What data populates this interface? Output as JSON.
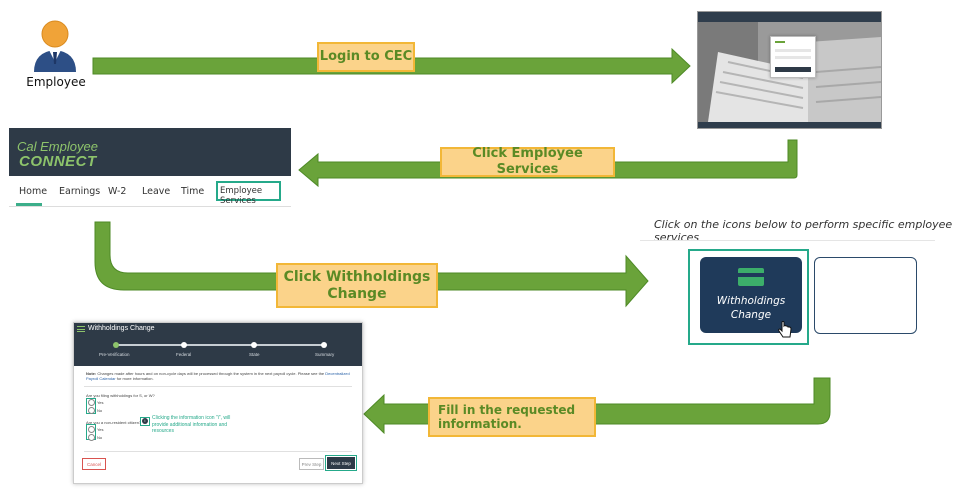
{
  "employee": {
    "caption": "Employee",
    "icon": "employee-avatar-icon"
  },
  "steps": [
    {
      "label": "Login to CEC"
    },
    {
      "label": "Click Employee Services"
    },
    {
      "label": "Click Withholdings Change"
    },
    {
      "label": "Fill in the requested information."
    }
  ],
  "cec": {
    "logo_line1": "Cal Employee",
    "logo_line2": "CONNECT",
    "nav": [
      "Home",
      "Earnings",
      "W-2",
      "Leave",
      "Time",
      "Employee Services"
    ]
  },
  "services": {
    "caption": "Click on the icons below to perform specific employee services",
    "tile_label": "Withholdings Change",
    "tile_icon": "card-icon",
    "cursor_icon": "hand-cursor-icon"
  },
  "form": {
    "title": "Withholdings Change",
    "wizard_steps": [
      "Pre-Verification",
      "Federal",
      "State",
      "Summary"
    ],
    "note_label": "Note:",
    "note_text": "Changes made after hours and on non-cycle days will be processed through the system in the next payroll cycle. Please see the",
    "note_link": "Decentralized Payroll Calendar",
    "note_tail": "for more information.",
    "question1": "Are you filing withholdings for S, or W?",
    "question2": "Are you a non-resident citizen?",
    "option_yes": "Yes",
    "option_no": "No",
    "info_note": "Clicking the information icon \"i\", will provide additional information and resources",
    "cancel": "Cancel",
    "prev": "Prev Step",
    "next": "Next Step"
  },
  "colors": {
    "arrow": "#6aa33a",
    "label_fill": "#fbd38a",
    "label_text": "#5a8a25",
    "highlight": "#25a98a",
    "header": "#2e3a47",
    "tile": "#1f3a5a"
  }
}
